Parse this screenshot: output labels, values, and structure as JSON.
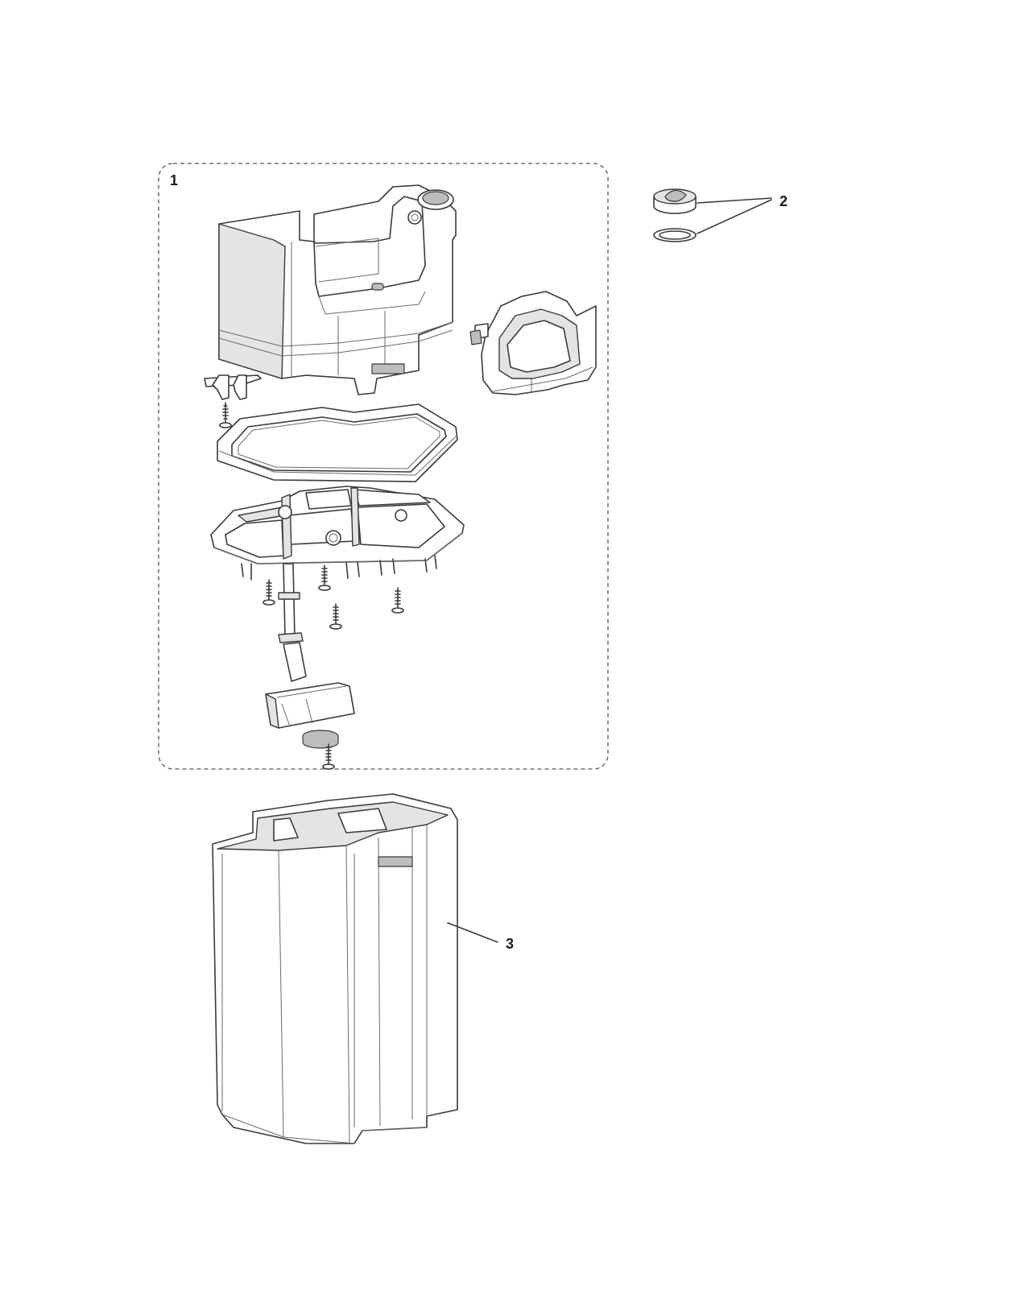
{
  "callouts": {
    "kit": "1",
    "nozzle_and_washer": "2",
    "tank": "3"
  },
  "colors": {
    "line": "#3a3a3a",
    "shade": "#e4e4e4",
    "dark_shade": "#bdbdbd",
    "background": "#ffffff"
  }
}
